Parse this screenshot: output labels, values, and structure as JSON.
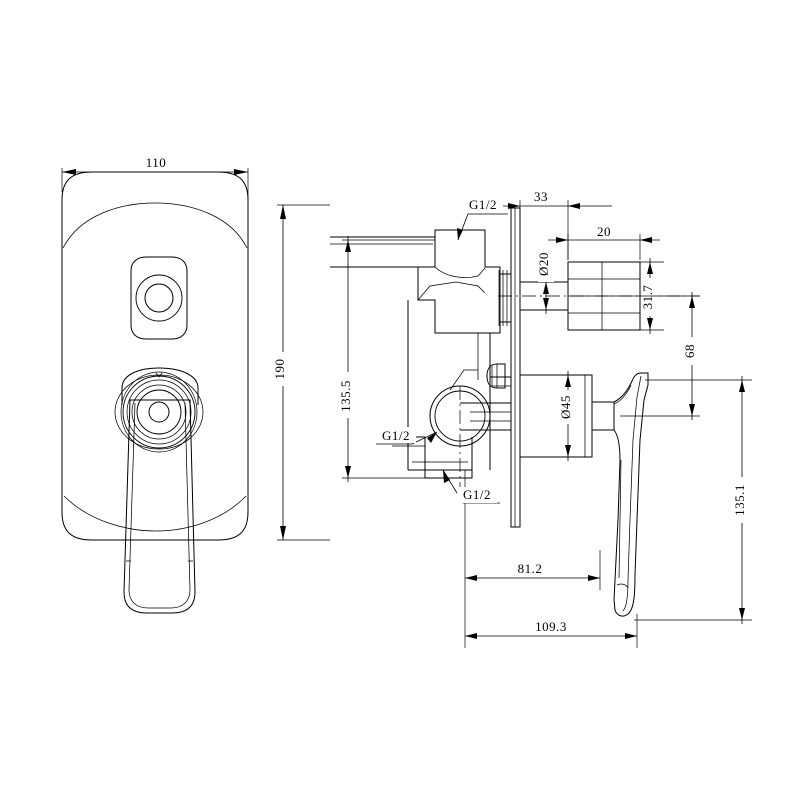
{
  "drawing": {
    "title": "Concealed shower mixer valve — technical dimension drawing",
    "units": "mm",
    "line_color": "#000000",
    "background_color": "#ffffff",
    "views": [
      {
        "name": "front-view",
        "label": ""
      },
      {
        "name": "side-section-view",
        "label": ""
      }
    ]
  },
  "dimensions": {
    "front_width": "110",
    "front_height": "190",
    "plate_offset": "33",
    "knob_length": "20",
    "spindle_dia": "Ø20",
    "knob_height": "31.7",
    "knob_center_to_lever": "68",
    "lower_port_height": "135.5",
    "rosette_dia": "Ø45",
    "lever_length": "135.1",
    "depth_to_plate": "81.2",
    "total_depth": "109.3"
  },
  "annotations": {
    "thread_top": "G1/2",
    "thread_mid": "G1/2",
    "thread_bottom": "G1/2"
  }
}
